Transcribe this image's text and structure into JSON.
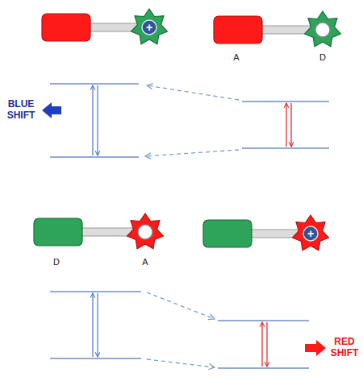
{
  "diagram": {
    "labels": [
      "+",
      "A",
      "D",
      "BLUE SHIFT",
      "D",
      "A",
      "+",
      "RED SHIFT"
    ]
  }
}
